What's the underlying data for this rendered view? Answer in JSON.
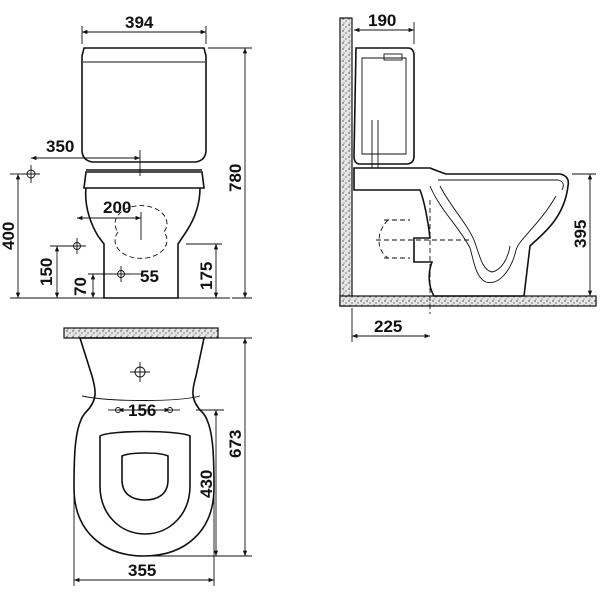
{
  "front_view": {
    "tank_width": "394",
    "inlet_offset": "350",
    "outlet_width": "200",
    "total_height": "780",
    "inlet_height": "400",
    "fixing_height": "150",
    "outlet_height": "70",
    "outlet_diameter": "55",
    "pan_height": "175"
  },
  "side_view": {
    "tank_depth": "190",
    "outlet_center_height": "395",
    "outlet_wall_distance": "225"
  },
  "top_view": {
    "fixing_spacing": "156",
    "seat_length": "430",
    "total_length": "673",
    "width": "355"
  }
}
